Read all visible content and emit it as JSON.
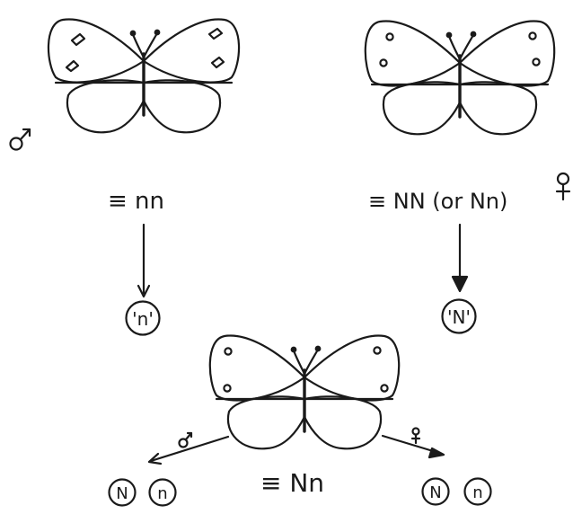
{
  "diagram": {
    "male_parent": {
      "sex_symbol": "♂",
      "genotype": "≡ nn",
      "gamete": "'n'"
    },
    "female_parent": {
      "sex_symbol": "♀",
      "genotype": "≡ NN (or Nn)",
      "gamete": "'N'"
    },
    "offspring": {
      "genotype": "≡ Nn",
      "male_symbol": "♂",
      "female_symbol": "♀",
      "male_gametes": [
        "N",
        "n"
      ],
      "female_gametes": [
        "N",
        "n"
      ]
    }
  },
  "colors": {
    "ink": "#1a1a1a",
    "paper": "#ffffff"
  }
}
